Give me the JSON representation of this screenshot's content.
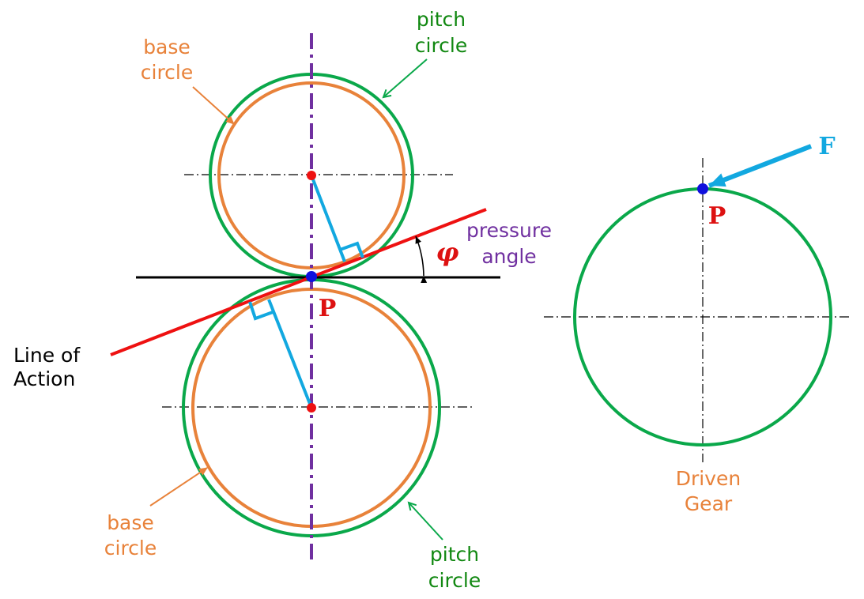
{
  "labels": {
    "top_base_circle": [
      "base",
      "circle"
    ],
    "top_pitch_circle": [
      "pitch",
      "circle"
    ],
    "bottom_base_circle": [
      "base",
      "circle"
    ],
    "bottom_pitch_circle": [
      "pitch",
      "circle"
    ],
    "pressure_angle": [
      "pressure",
      "angle"
    ],
    "line_of_action": [
      "Line of",
      "Action"
    ],
    "driven_gear": [
      "Driven",
      "Gear"
    ],
    "phi_symbol": "φ",
    "pitch_point": "P",
    "driven_pitch_point": "P",
    "force": "F"
  },
  "colors": {
    "pitch_circle": "#0aa84a",
    "base_circle": "#e8823a",
    "pitch_label": "#118811",
    "base_label": "#e8823a",
    "line_of_action": "#ee1111",
    "radius_lines": "#12a8e0",
    "center_line": "#7030a0",
    "point_marker": "#1010dd",
    "center_marker": "#ee1111",
    "label_p": "#dd1111",
    "force": "#12a8e0",
    "black": "#000000"
  }
}
